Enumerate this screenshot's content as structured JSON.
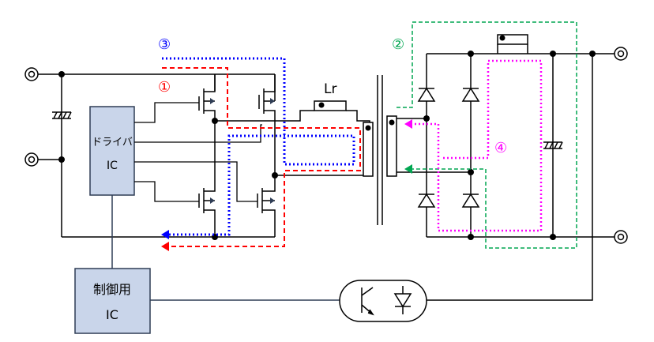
{
  "blocks": {
    "driver_ic": {
      "line1": "ドライバ",
      "line2": "IC"
    },
    "control_ic": {
      "line1": "制御用",
      "line2": "IC"
    }
  },
  "components": {
    "inductor_label": "Lr"
  },
  "paths": [
    {
      "id": "1",
      "label": "①",
      "color": "#ff0000"
    },
    {
      "id": "2",
      "label": "②",
      "color": "#00a651"
    },
    {
      "id": "3",
      "label": "③",
      "color": "#0000ff"
    },
    {
      "id": "4",
      "label": "④",
      "color": "#ff00ff"
    }
  ],
  "colors": {
    "block_fill": "#c9d5ea",
    "wire": "#000000",
    "feedback_wire": "#2f3d55"
  }
}
